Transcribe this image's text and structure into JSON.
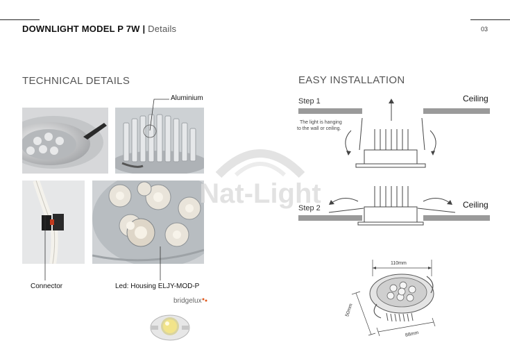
{
  "header": {
    "title": "DOWNLIGHT MODEL P 7W",
    "separator": "|",
    "subtitle": "Details",
    "page_number": "03"
  },
  "technical": {
    "heading": "TECHNICAL DETAILS",
    "label_aluminium": "Aluminium",
    "label_connector": "Connector",
    "label_led": "Led: Housing ELJY-MOD-P",
    "brand": "bridgelux"
  },
  "installation": {
    "heading": "EASY INSTALLATION",
    "step1": "Step 1",
    "step2": "Step 2",
    "ceiling1": "Ceiling",
    "ceiling2": "Ceiling",
    "note_line1": "The light is hanging",
    "note_line2": "to the wall or ceiling."
  },
  "dimensions": {
    "width": "110mm",
    "height": "50mm",
    "depth": "88mm"
  },
  "watermark": "Nat-Light",
  "colors": {
    "accent": "#e05a1e",
    "ceiling": "#9a9a9a"
  }
}
